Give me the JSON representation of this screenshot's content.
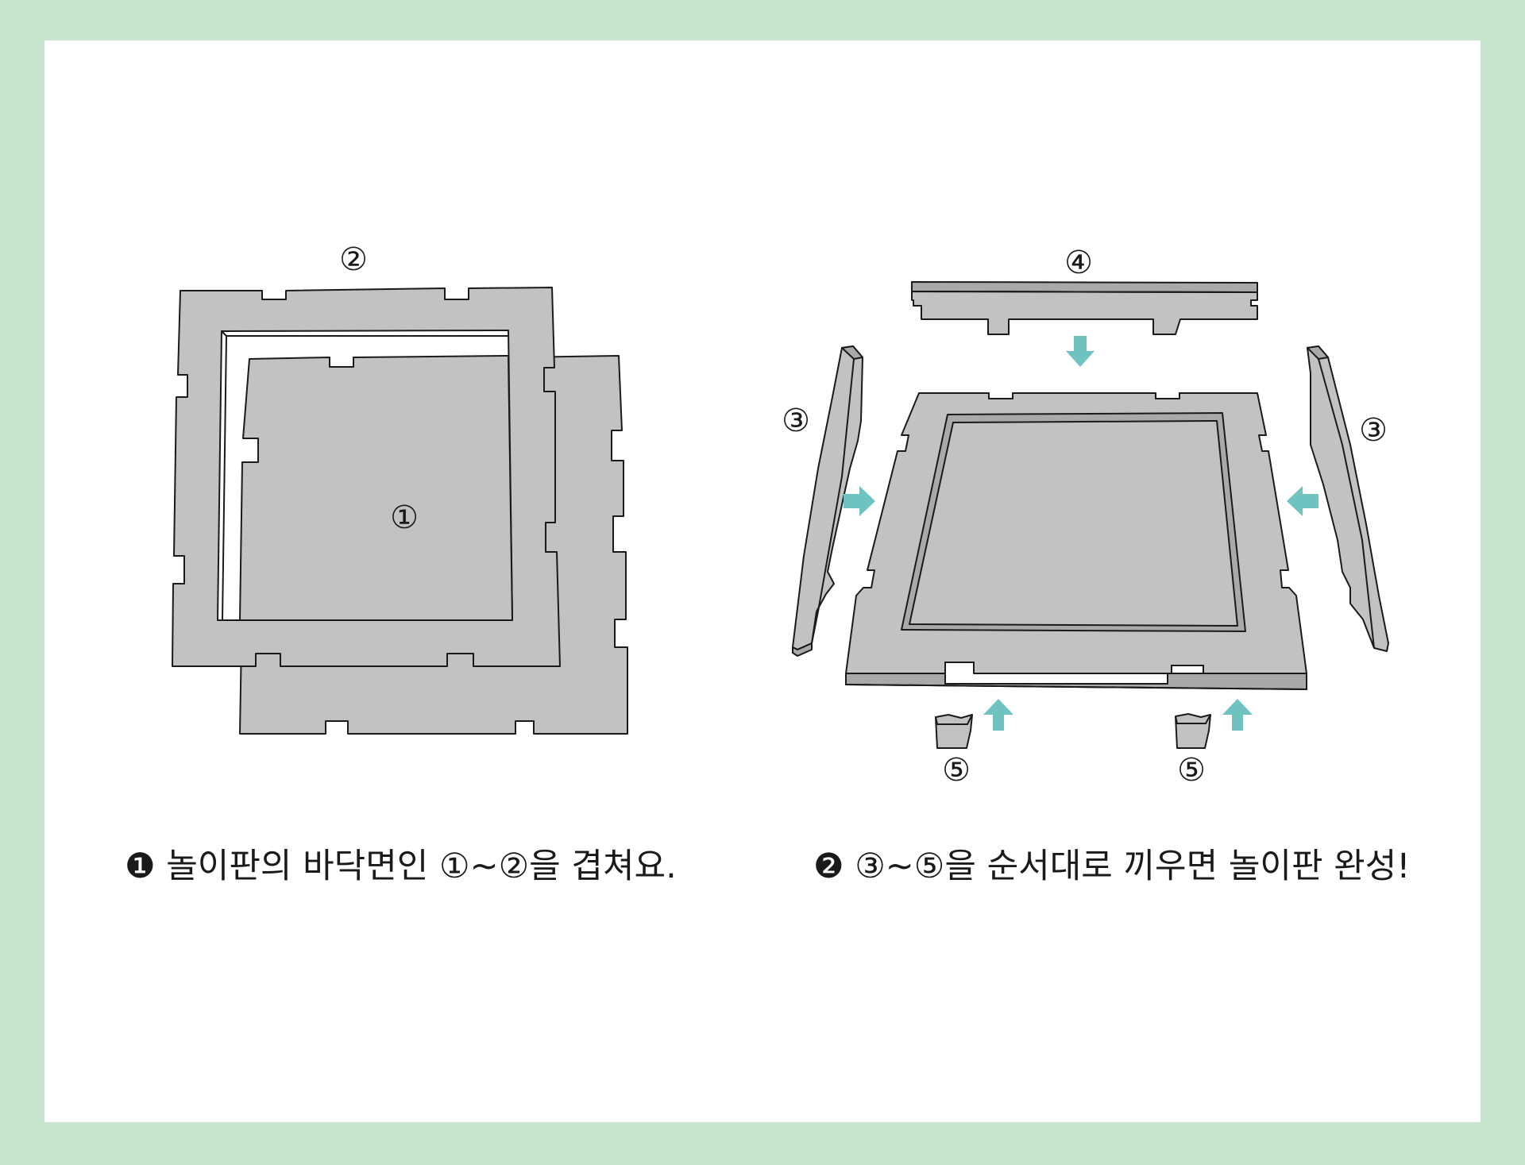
{
  "diagram": {
    "labels": {
      "part1": "①",
      "part2": "②",
      "part3_left": "③",
      "part3_right": "③",
      "part4": "④",
      "part5_left": "⑤",
      "part5_right": "⑤"
    },
    "step1": {
      "caption": "❶ 놀이판의 바닥면인 ①~②을 겹쳐요."
    },
    "step2": {
      "caption": "❷ ③~⑤을 순서대로 끼우면 놀이판 완성!"
    },
    "colors": {
      "background": "#c8e6cf",
      "card": "#ffffff",
      "part_fill": "#c2c2c2",
      "outline": "#1a1a1a",
      "arrow": "#6ec3c1"
    }
  }
}
